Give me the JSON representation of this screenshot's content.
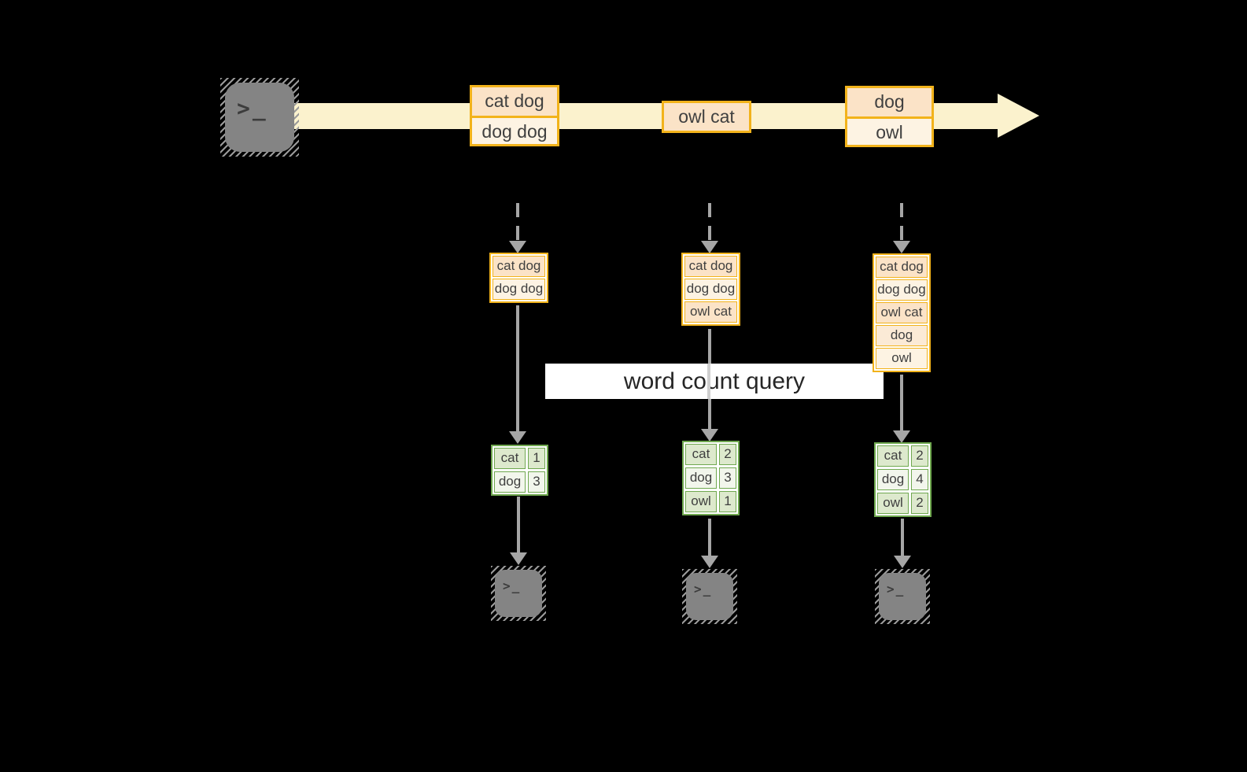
{
  "title": {
    "label": "word count query"
  },
  "glyphs": {
    "terminal_prompt": ">_"
  },
  "colors": {
    "background": "#000000",
    "stream_band": "#fbf2cd",
    "box_border_gold": "#f2b31b",
    "fill_peach": "#fbe3c7",
    "fill_cream": "#fdf3e3",
    "fill_peach_light": "#fbead6",
    "table_border_green": "#6fa84f",
    "fill_sage": "#dde9cd",
    "fill_sage_light": "#f2f6ec",
    "arrow_gray": "#a6a6a6",
    "terminal_gray": "#848484"
  },
  "stream": {
    "messages": [
      {
        "lines": [
          {
            "text": "cat dog",
            "tone": "peach"
          },
          {
            "text": "dog dog",
            "tone": "cream"
          }
        ]
      },
      {
        "lines": [
          {
            "text": "owl cat",
            "tone": "peach"
          }
        ]
      },
      {
        "lines": [
          {
            "text": "dog",
            "tone": "peach"
          },
          {
            "text": "owl",
            "tone": "cream"
          }
        ]
      }
    ]
  },
  "columns": [
    {
      "buffer": [
        {
          "text": "cat dog",
          "tone": "peach"
        },
        {
          "text": "dog dog",
          "tone": "cream"
        }
      ],
      "counts": [
        {
          "word": "cat",
          "value": "1",
          "tone": "sage"
        },
        {
          "word": "dog",
          "value": "3",
          "tone": "sage-light"
        }
      ]
    },
    {
      "buffer": [
        {
          "text": "cat dog",
          "tone": "peach"
        },
        {
          "text": "dog dog",
          "tone": "cream"
        },
        {
          "text": "owl cat",
          "tone": "peach"
        }
      ],
      "counts": [
        {
          "word": "cat",
          "value": "2",
          "tone": "sage"
        },
        {
          "word": "dog",
          "value": "3",
          "tone": "sage-light"
        },
        {
          "word": "owl",
          "value": "1",
          "tone": "sage"
        }
      ]
    },
    {
      "buffer": [
        {
          "text": "cat dog",
          "tone": "peach"
        },
        {
          "text": "dog dog",
          "tone": "cream"
        },
        {
          "text": "owl cat",
          "tone": "peach"
        },
        {
          "text": "dog",
          "tone": "peach-light"
        },
        {
          "text": "owl",
          "tone": "cream"
        }
      ],
      "counts": [
        {
          "word": "cat",
          "value": "2",
          "tone": "sage"
        },
        {
          "word": "dog",
          "value": "4",
          "tone": "sage-light"
        },
        {
          "word": "owl",
          "value": "2",
          "tone": "sage"
        }
      ]
    }
  ]
}
